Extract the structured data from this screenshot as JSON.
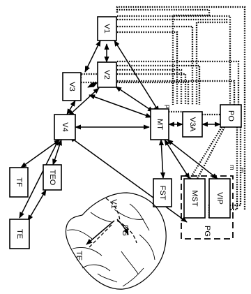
{
  "areas": {
    "v1": "V1",
    "v2": "V2",
    "v3": "V3",
    "v4": "V4",
    "mt": "MT",
    "v3a": "V3A",
    "po": "PO",
    "tf": "TF",
    "teo": "TEO",
    "te": "TE",
    "fst": "FST",
    "mst": "MST",
    "vip": "VIP",
    "pg": "PG"
  },
  "annotations": {
    "d": "d",
    "p": "p",
    "m1": "m",
    "m2": "m"
  },
  "brain_labels": {
    "v1": "V1",
    "pg": "PG",
    "te": "TE"
  }
}
